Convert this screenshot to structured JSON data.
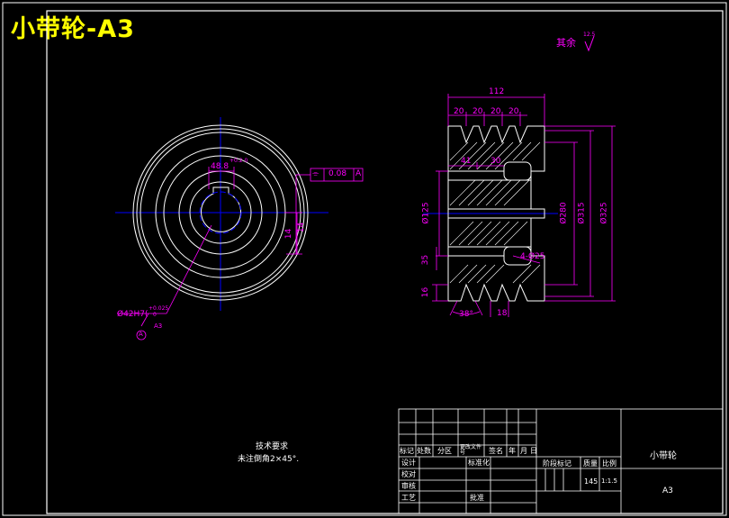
{
  "title": "小带轮-A3",
  "roughness": {
    "label": "其余",
    "value": "12.5"
  },
  "left_view": {
    "keyway_width": "48.8",
    "keyway_tol": "+0.2\n0",
    "hub_dim": "14",
    "tolerance_frame": {
      "value": "0.08",
      "datum": "A"
    },
    "bore_fit": "Ø42H7(",
    "bore_tol_upper": "+0.025",
    "bore_tol_lower": "0",
    "datum_label": "A",
    "datum_ref": "A3",
    "side_dim": "14"
  },
  "section_view": {
    "overall_width": "112",
    "groove_pitches": [
      "20",
      "20",
      "20",
      "20"
    ],
    "dim_41": "41",
    "dim_30": "30",
    "hub_dia": "Ø125",
    "inner_dia": "Ø280",
    "pitch_dia": "Ø315",
    "outer_dia": "Ø325",
    "web_offset": "35",
    "edge_dim": "16",
    "holes": "4-Ø25",
    "groove_angle": "38°",
    "groove_top": "18"
  },
  "tech_requirements": {
    "heading": "技术要求",
    "line1": "未注倒角2×45°."
  },
  "title_block": {
    "part_name": "小带轮",
    "sheet": "A3",
    "row_revision": [
      "标记",
      "处数",
      "分区",
      "更改文件号",
      "签名",
      "年",
      "月",
      "日"
    ],
    "designer": "设计",
    "standard": "标准化",
    "checker": "审核",
    "process": "工艺",
    "approve": "批准",
    "stage_mark": "阶段标记",
    "weight": "质量",
    "scale": "比例",
    "weight_value": "145",
    "scale_value": "1:1.5",
    "proofreader": "校对"
  },
  "colors": {
    "outline": "#ffffff",
    "dimension": "#ff00ff",
    "centerline": "#0000ff",
    "title": "#ffff00",
    "background": "#000000"
  }
}
